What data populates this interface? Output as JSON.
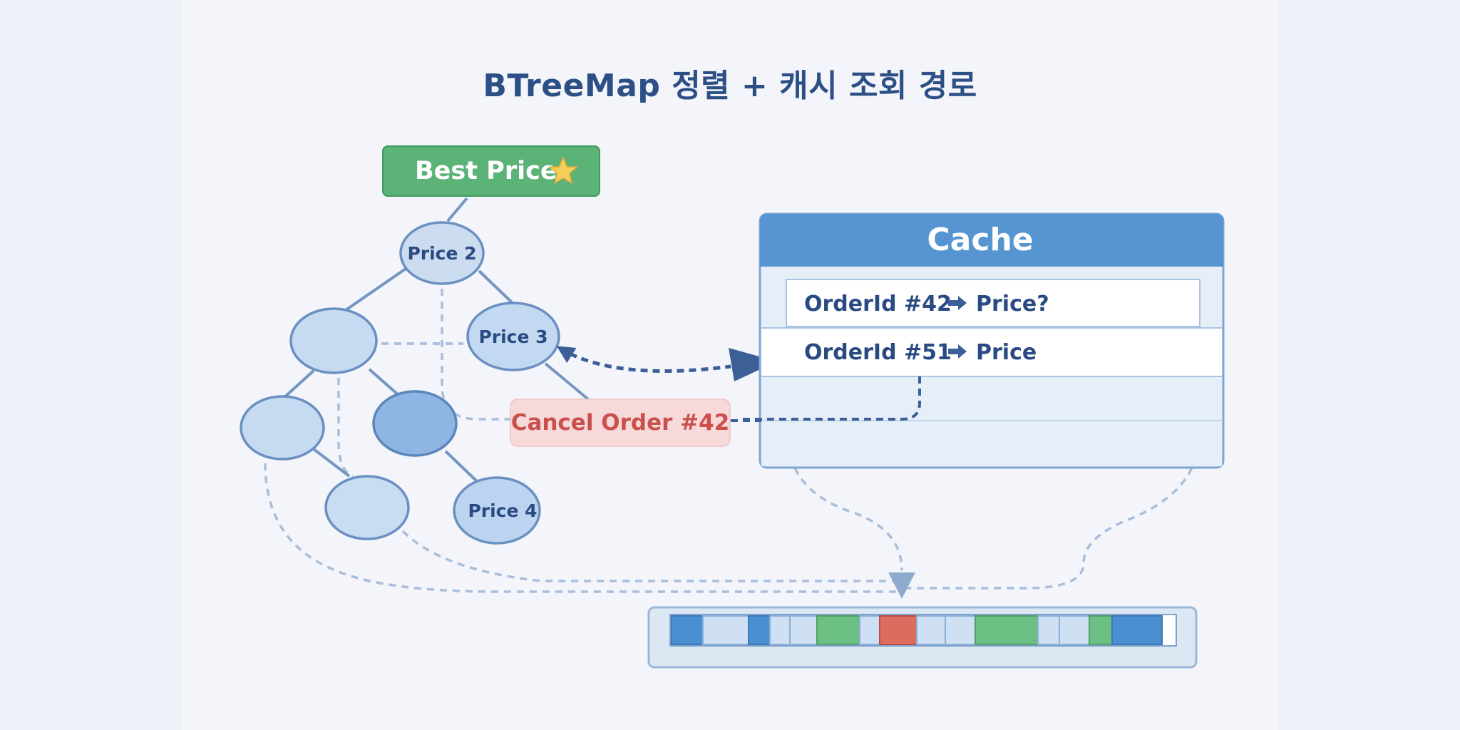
{
  "title": "BTreeMap 정렬 + 캐시 조회 경로",
  "best_price": {
    "label": "Best Price",
    "icon": "star-icon"
  },
  "tree": {
    "nodes": [
      {
        "id": "root",
        "label": "Price 2"
      },
      {
        "id": "left",
        "label": ""
      },
      {
        "id": "right",
        "label": "Price 3"
      },
      {
        "id": "left-left",
        "label": ""
      },
      {
        "id": "left-right",
        "label": ""
      },
      {
        "id": "left-left-child",
        "label": ""
      },
      {
        "id": "left-right-child",
        "label": "Price 4"
      }
    ]
  },
  "cancel_order": {
    "label": "Cancel Order #42"
  },
  "cache": {
    "title": "Cache",
    "rows": [
      {
        "key": "OrderId #42",
        "value": "Price?"
      },
      {
        "key": "OrderId #51",
        "value": "Price"
      }
    ]
  },
  "memory_block_colors": [
    "blue",
    "light",
    "blue",
    "light",
    "light",
    "green",
    "light",
    "red",
    "light",
    "light",
    "green",
    "light",
    "light",
    "green",
    "blue"
  ],
  "colors": {
    "best_price": "#4fae6b",
    "cache_header": "#5795d2",
    "cancel": "#c9504c",
    "tree_node": "#c9dcf2",
    "highlight_node": "#8fb6e3"
  }
}
